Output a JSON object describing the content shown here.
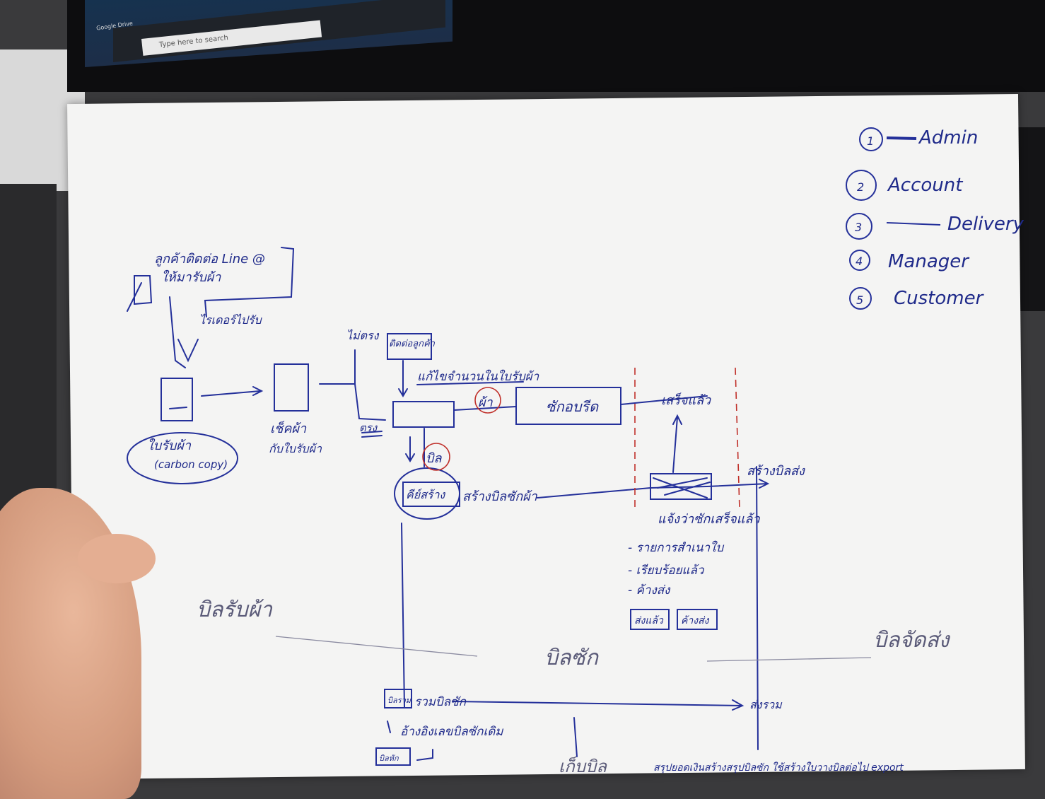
{
  "roles": [
    {
      "num": "1",
      "label": "Admin"
    },
    {
      "num": "2",
      "label": "Account"
    },
    {
      "num": "3",
      "label": "Delivery"
    },
    {
      "num": "4",
      "label": "Manager"
    },
    {
      "num": "5",
      "label": "Customer"
    }
  ],
  "notes": {
    "customer_contact": "ลูกค้าติดต่อ Line @",
    "customer_contact_2": "ให้มารับผ้า",
    "driver_pickup": "ไรเดอร์ไปรับ",
    "receipt_label": "ใบรับผ้า",
    "receipt_sub": "(carbon copy)",
    "check_label": "เช็คผ้า",
    "check_sub": "กับใบรับผ้า",
    "not_match": "ไม่ตรง",
    "contact_customer": "ติดต่อลูกค้า",
    "fix_note": "แก้ไขจำนวนในใบรับผ้า",
    "match": "ตรง",
    "cloth_mark": "ผ้า",
    "wash_dry": "ซักอบรีด",
    "done": "เสร็จแล้ว",
    "bill_mark": "บิล",
    "create_bill": "สร้างบิลซักผ้า",
    "create_bill_box": "คีย์สร้าง",
    "notify_delivery": "แจ้งว่าซักเสร็จแล้ว",
    "to_delivery": "สร้างบิลส่ง",
    "list_1": "- รายการสำเนาใบ",
    "list_2": "- เรียบร้อยแล้ว",
    "list_3": "- ค้างส่ง",
    "btn_1": "ส่งแล้ว",
    "btn_2": "ค้างส่ง",
    "section_1": "บิลรับผ้า",
    "section_2": "บิลซัก",
    "section_3": "บิลจัดส่ง",
    "bottom_1": "รวมบิลซัก",
    "bottom_1_box": "บิลรวม",
    "bottom_2": "อ้างอิงเลขบิลซักเดิม",
    "bottom_box_2": "บิลหัก",
    "bottom_right": "ส่งรวม",
    "bottom_center": "เก็บบิล",
    "bottom_footer": "สรุปยอดเงินสร้างสรุปบิลซัก ใช้สร้างใบวางบิลต่อไป export"
  },
  "taskbar": {
    "search_placeholder": "Type here to search",
    "drive_label": "Google Drive"
  }
}
